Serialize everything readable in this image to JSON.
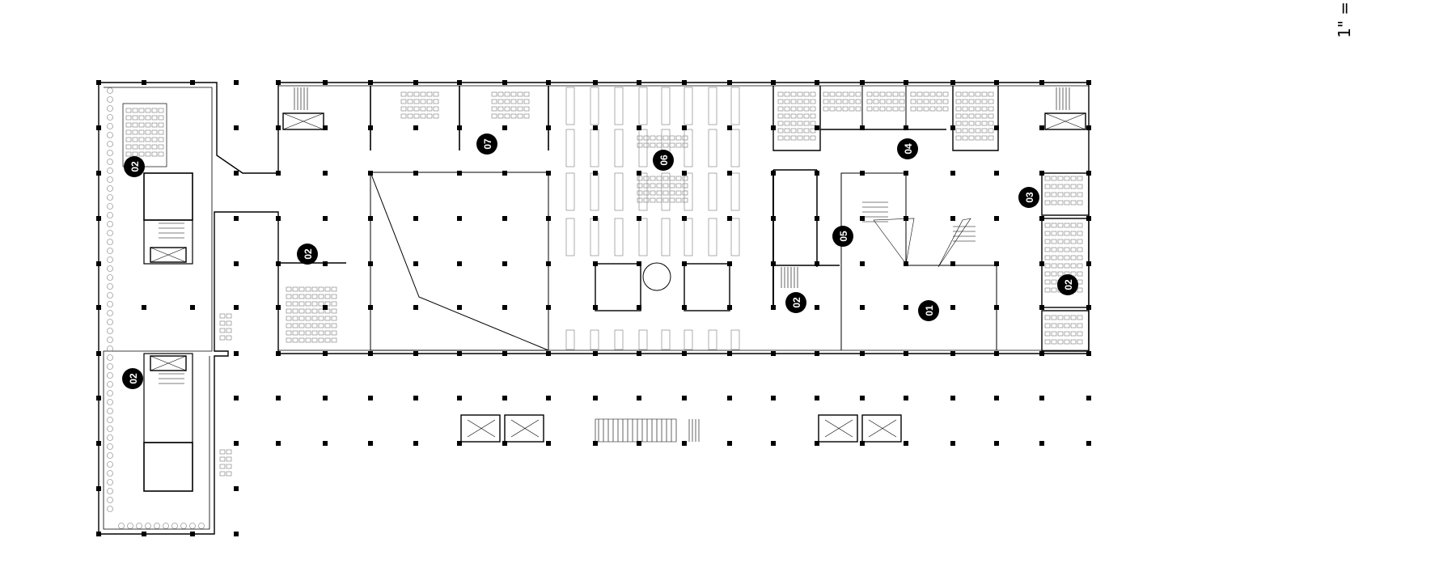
{
  "scale_note": "1\" =",
  "room_tags": [
    {
      "id": "02",
      "label": "02"
    },
    {
      "id": "02",
      "label": "02"
    },
    {
      "id": "02",
      "label": "02"
    },
    {
      "id": "07",
      "label": "07"
    },
    {
      "id": "06",
      "label": "06"
    },
    {
      "id": "04",
      "label": "04"
    },
    {
      "id": "03",
      "label": "03"
    },
    {
      "id": "05",
      "label": "05"
    },
    {
      "id": "02",
      "label": "02"
    },
    {
      "id": "02",
      "label": "02"
    },
    {
      "id": "01",
      "label": "01"
    }
  ],
  "colors": {
    "line": "#000000",
    "thin": "#555555",
    "furniture": "#777777",
    "background": "#ffffff"
  }
}
